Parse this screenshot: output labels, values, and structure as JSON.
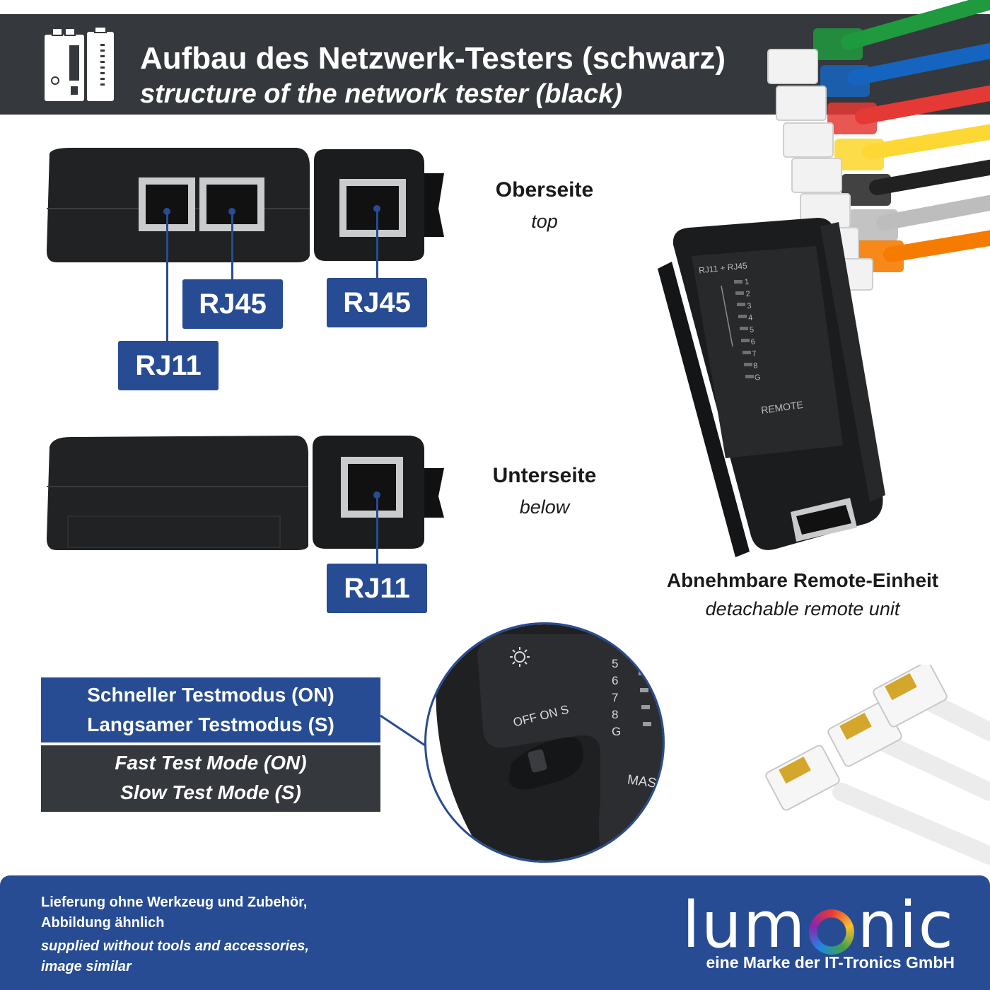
{
  "header": {
    "title_de": "Aufbau des Netzwerk-Testers (schwarz)",
    "title_en": "structure of the network tester (black)",
    "icon": "network-tester-icon"
  },
  "top_view": {
    "caption_de": "Oberseite",
    "caption_en": "top",
    "labels": {
      "rj11": "RJ11",
      "rj45_left": "RJ45",
      "rj45_right": "RJ45"
    }
  },
  "bottom_view": {
    "caption_de": "Unterseite",
    "caption_en": "below",
    "labels": {
      "rj11": "RJ11"
    }
  },
  "remote": {
    "caption_de": "Abnehmbare Remote-Einheit",
    "caption_en": "detachable remote unit",
    "panel_title": "RJ11 + RJ45",
    "led_labels": [
      "1",
      "2",
      "3",
      "4",
      "5",
      "6",
      "7",
      "8",
      "G"
    ],
    "panel_name": "REMOTE"
  },
  "switch_zoom": {
    "switch_label": "OFF ON S",
    "led_labels": [
      "5",
      "6",
      "7",
      "8",
      "G"
    ],
    "partial_text": "MAS"
  },
  "modes": {
    "de_line1": "Schneller Testmodus (ON)",
    "de_line2": "Langsamer Testmodus (S)",
    "en_line1": "Fast Test Mode (ON)",
    "en_line2": "Slow Test Mode (S)"
  },
  "footer": {
    "note_de_line1": "Lieferung ohne Werkzeug und Zubehör,",
    "note_de_line2": "Abbildung ähnlich",
    "note_en_line1": "supplied without tools and accessories,",
    "note_en_line2": "image similar",
    "brand_before": "lum",
    "brand_after": "nic",
    "brand_sub": "eine Marke der IT-Tronics GmbH"
  },
  "colors": {
    "header_bg": "#35383c",
    "accent_blue": "#274c93",
    "cables": [
      "#1f9a3e",
      "#1565c0",
      "#e53935",
      "#fdd835",
      "#212121",
      "#bdbdbd",
      "#f57c00"
    ]
  }
}
